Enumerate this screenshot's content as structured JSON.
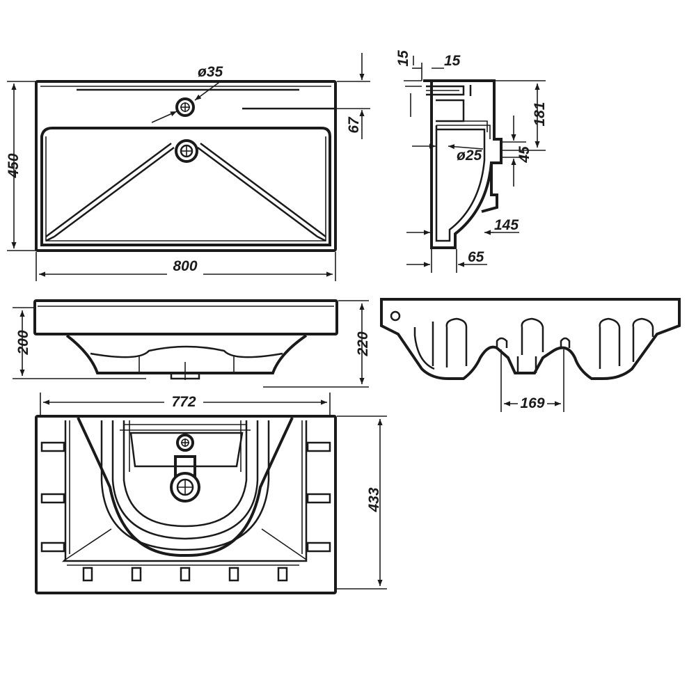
{
  "dimensions": {
    "top_view": {
      "width": "800",
      "depth": "450",
      "tap_hole": "ø35",
      "tap_offset": "67"
    },
    "side_view": {
      "rim_left": "15",
      "rim_right": "15",
      "height": "181",
      "overflow": "ø25",
      "overflow_offset": "45",
      "drain_offset": "145",
      "bottom_offset": "65"
    },
    "front_view": {
      "body_height": "200",
      "total_height": "220",
      "inner_width": "772"
    },
    "rear_view": {
      "bracket_spacing": "169"
    },
    "bottom_view": {
      "depth": "433"
    }
  },
  "colors": {
    "line": "#1a1a1a",
    "background": "#ffffff"
  }
}
